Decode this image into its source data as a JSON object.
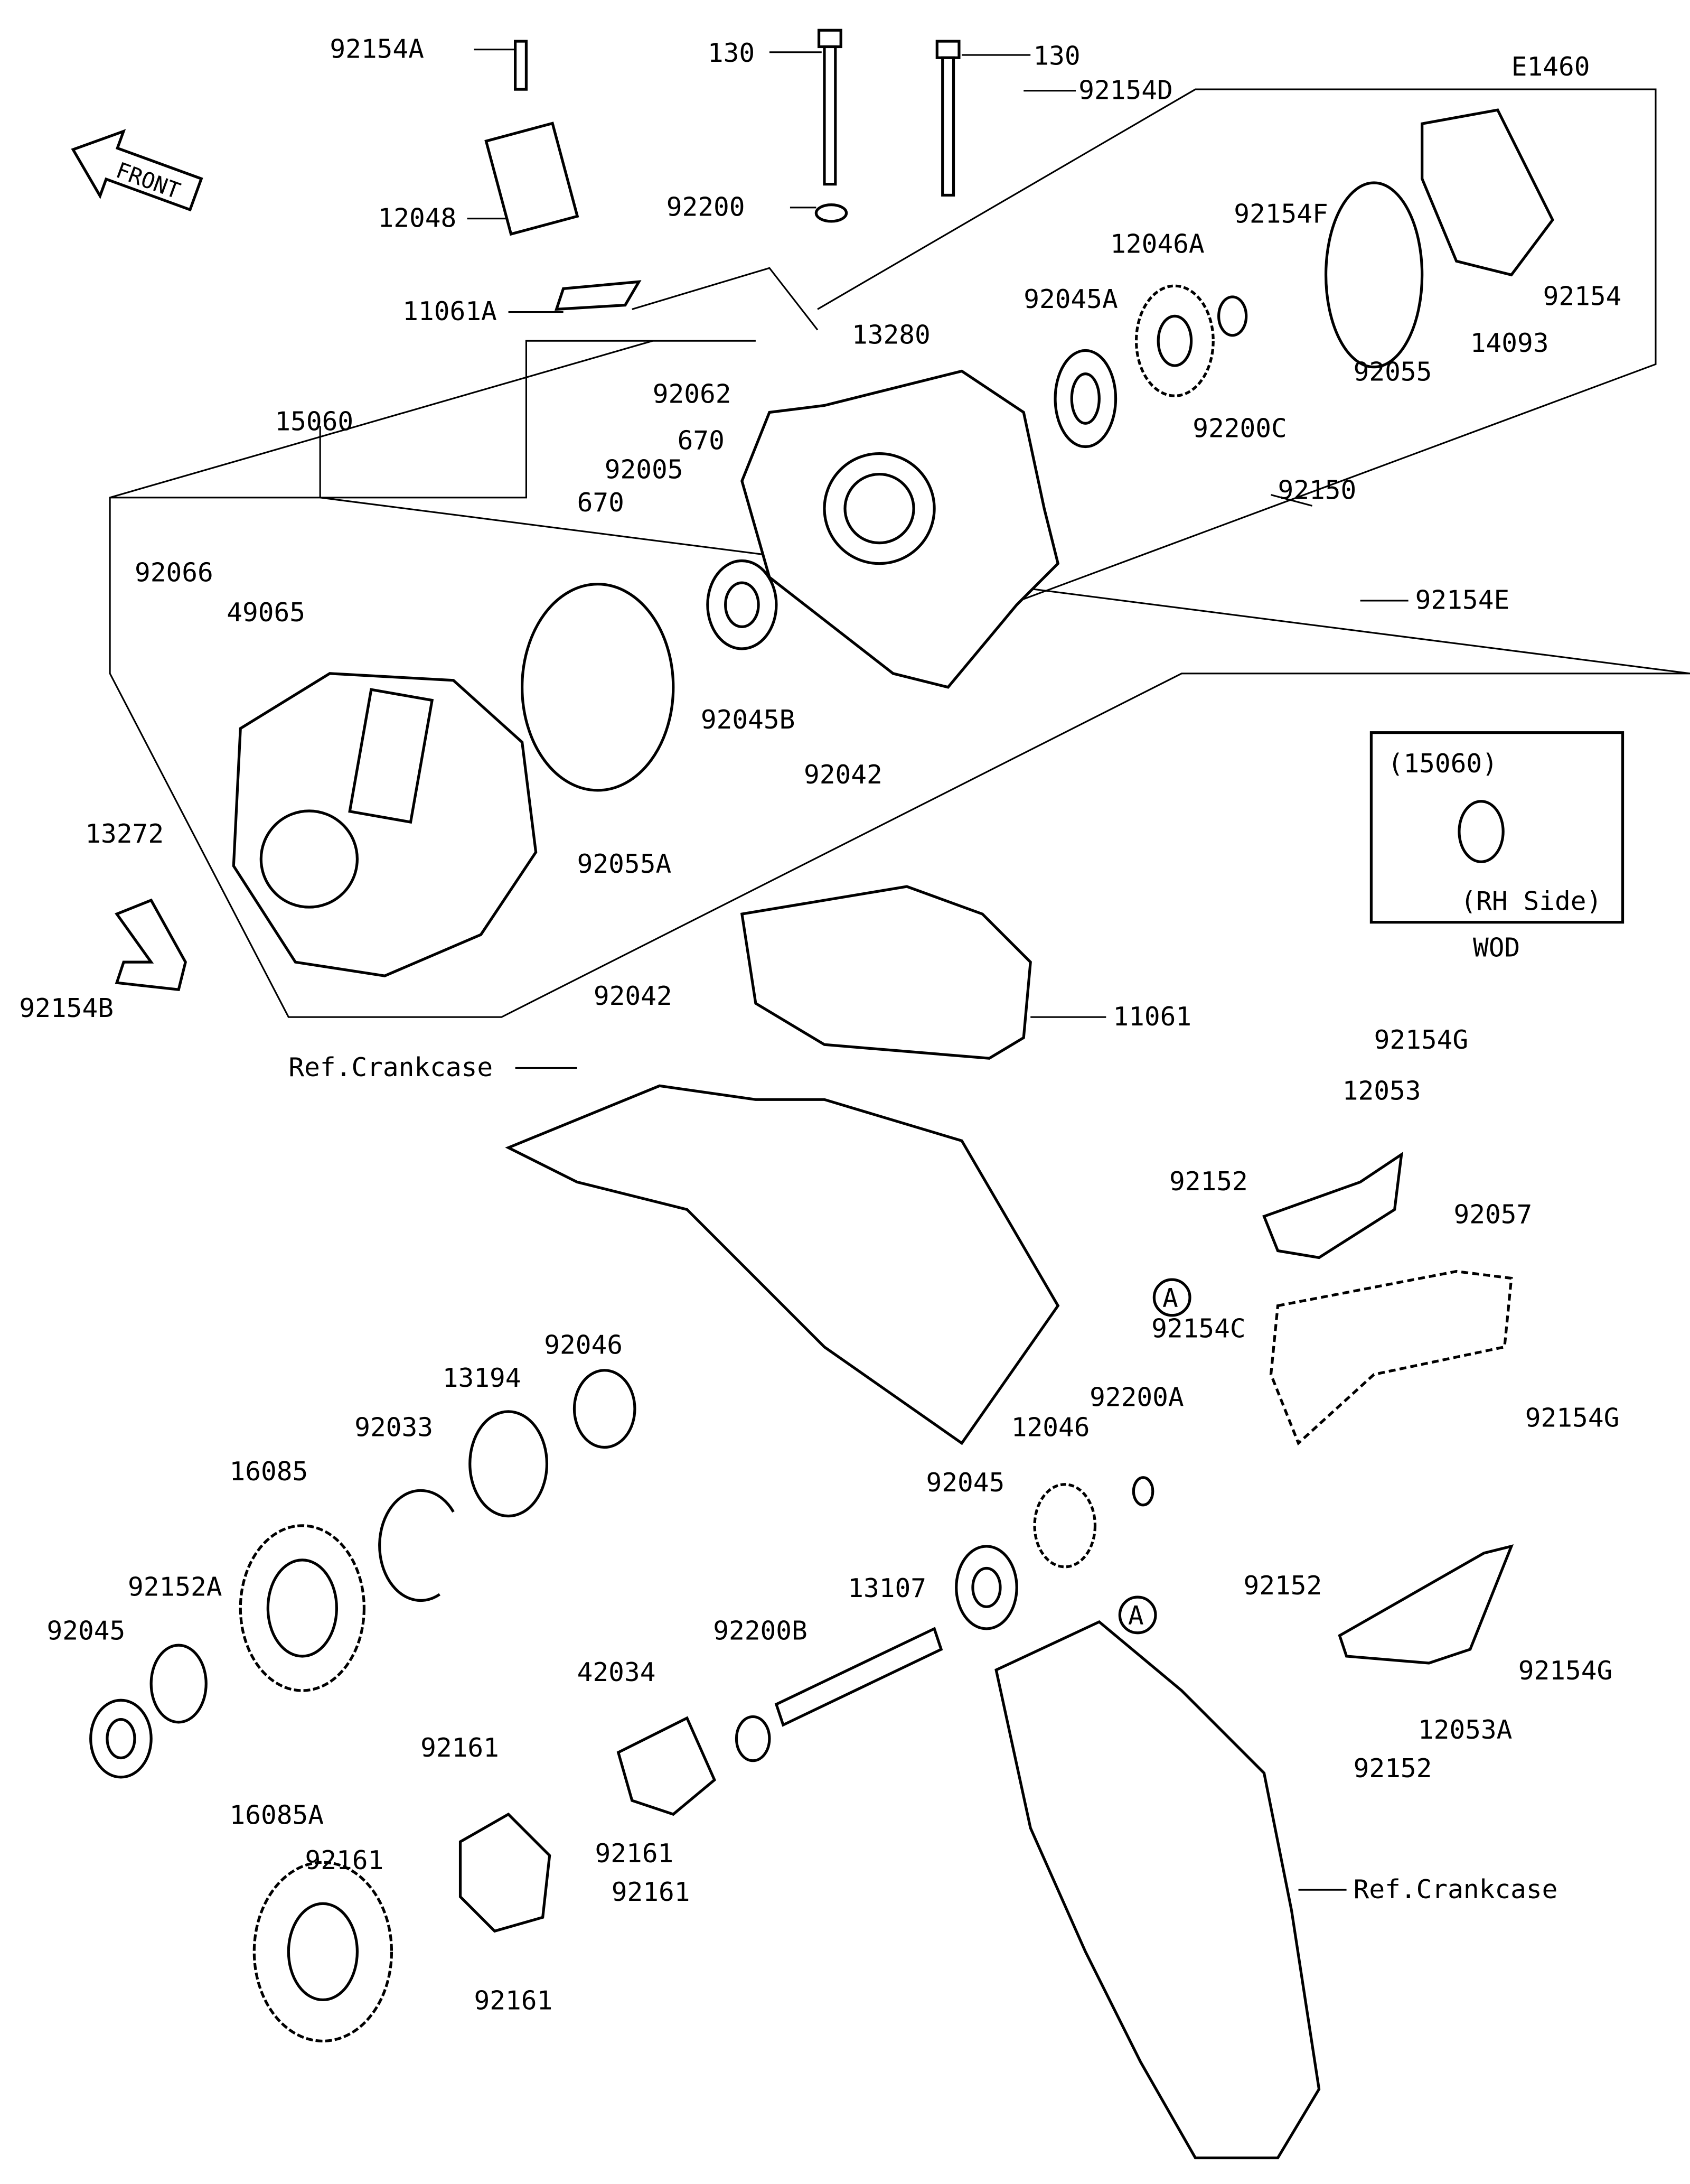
{
  "diagram_code": "E1460",
  "front_badge": "FRONT",
  "inset": {
    "part": "(15060)",
    "side": "(RH Side)",
    "note": "WOD"
  },
  "ref_crankcase": "Ref.Crankcase",
  "callout_a": "A",
  "labels": [
    "92154A",
    "130",
    "130",
    "92154D",
    "12048",
    "92200",
    "11061A",
    "92154F",
    "12046A",
    "92045A",
    "13280",
    "92154",
    "92055",
    "14093",
    "92062",
    "92200C",
    "15060",
    "670",
    "92005",
    "92150",
    "670",
    "92066",
    "49065",
    "92154E",
    "92045B",
    "92042",
    "13272",
    "92055A",
    "92154B",
    "92042",
    "11061",
    "92154G",
    "12053",
    "92152",
    "92057",
    "92154C",
    "92046",
    "92200A",
    "13194",
    "92033",
    "12046",
    "92154G",
    "16085",
    "92045",
    "13107",
    "92152",
    "92152A",
    "92045",
    "92200B",
    "92154G",
    "42034",
    "12053A",
    "92152",
    "92161",
    "16085A",
    "92161",
    "92161",
    "92161",
    "92161"
  ],
  "colors": {
    "line": "#000000",
    "background": "#ffffff"
  }
}
